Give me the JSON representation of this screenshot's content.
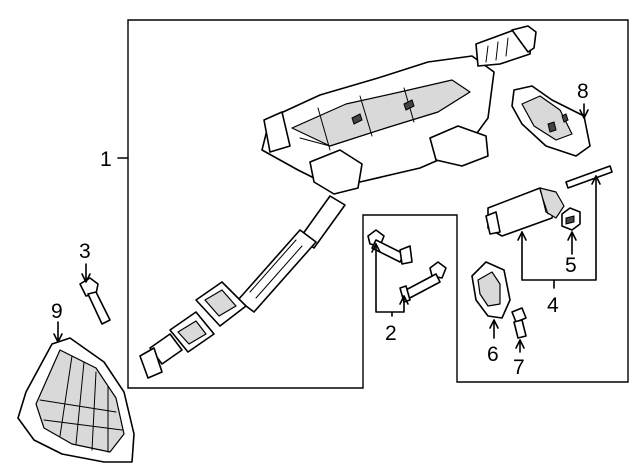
{
  "callouts": {
    "c1": "1",
    "c2": "2",
    "c3": "3",
    "c4": "4",
    "c5": "5",
    "c6": "6",
    "c7": "7",
    "c8": "8",
    "c9": "9"
  },
  "colors": {
    "ink": "#000000",
    "paper": "#ffffff",
    "shade": "#d9d9d9"
  }
}
